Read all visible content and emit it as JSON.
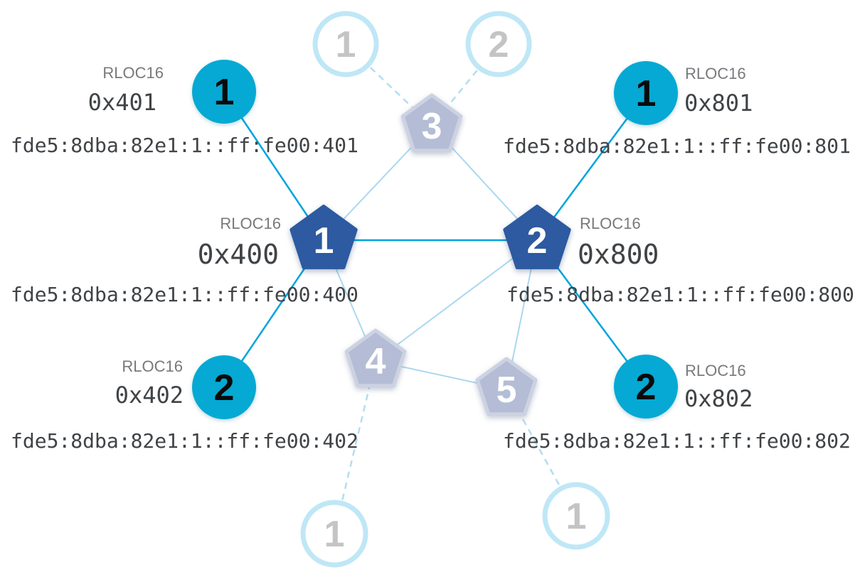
{
  "nodes": {
    "router_1": {
      "number": "1",
      "rloc16_label": "RLOC16",
      "rloc16": "0x400",
      "ipv6": "fde5:8dba:82e1:1::ff:fe00:400"
    },
    "router_2": {
      "number": "2",
      "rloc16_label": "RLOC16",
      "rloc16": "0x800",
      "ipv6": "fde5:8dba:82e1:1::ff:fe00:800"
    },
    "router_3": {
      "number": "3"
    },
    "router_4": {
      "number": "4"
    },
    "router_5": {
      "number": "5"
    },
    "child_0x401": {
      "number": "1",
      "rloc16_label": "RLOC16",
      "rloc16": "0x401",
      "ipv6": "fde5:8dba:82e1:1::ff:fe00:401"
    },
    "child_0x402": {
      "number": "2",
      "rloc16_label": "RLOC16",
      "rloc16": "0x402",
      "ipv6": "fde5:8dba:82e1:1::ff:fe00:402"
    },
    "child_0x801": {
      "number": "1",
      "rloc16_label": "RLOC16",
      "rloc16": "0x801",
      "ipv6": "fde5:8dba:82e1:1::ff:fe00:801"
    },
    "child_0x802": {
      "number": "2",
      "rloc16_label": "RLOC16",
      "rloc16": "0x802",
      "ipv6": "fde5:8dba:82e1:1::ff:fe00:802"
    },
    "faded_top_left": {
      "number": "1"
    },
    "faded_top_right": {
      "number": "2"
    },
    "faded_bottom_left": {
      "number": "1"
    },
    "faded_bottom_right": {
      "number": "1"
    }
  },
  "links": [
    {
      "from": "router_1",
      "to": "router_2",
      "type": "router_router"
    },
    {
      "from": "child_0x401",
      "to": "router_1",
      "type": "child"
    },
    {
      "from": "child_0x402",
      "to": "router_1",
      "type": "child"
    },
    {
      "from": "child_0x801",
      "to": "router_2",
      "type": "child"
    },
    {
      "from": "child_0x802",
      "to": "router_2",
      "type": "child"
    },
    {
      "from": "router_1",
      "to": "router_3",
      "type": "mesh"
    },
    {
      "from": "router_1",
      "to": "router_4",
      "type": "mesh"
    },
    {
      "from": "router_2",
      "to": "router_3",
      "type": "mesh"
    },
    {
      "from": "router_2",
      "to": "router_4",
      "type": "mesh"
    },
    {
      "from": "router_2",
      "to": "router_5",
      "type": "mesh"
    },
    {
      "from": "router_4",
      "to": "router_5",
      "type": "mesh"
    },
    {
      "from": "faded_top_left",
      "to": "router_3",
      "type": "faded"
    },
    {
      "from": "faded_top_right",
      "to": "router_3",
      "type": "faded"
    },
    {
      "from": "router_4",
      "to": "faded_bottom_left",
      "type": "faded"
    },
    {
      "from": "router_5",
      "to": "faded_bottom_right",
      "type": "faded"
    }
  ],
  "colors": {
    "router_fill": "#2d5aa0",
    "inactive_fill": "#b4bdd5",
    "inactive_stroke": "#ccd2e2",
    "child_fill": "#05a9d3",
    "faded_stroke": "#bfe7f6",
    "link_strong": "#00a3de",
    "link_light": "#aad7f0",
    "link_dashed": "#b3ddf2",
    "label_gray": "#77797c",
    "mono_text": "#404346",
    "number_router": "#ffffff",
    "number_child": "#0a0a0a",
    "number_faded": "#c4c4c4"
  }
}
